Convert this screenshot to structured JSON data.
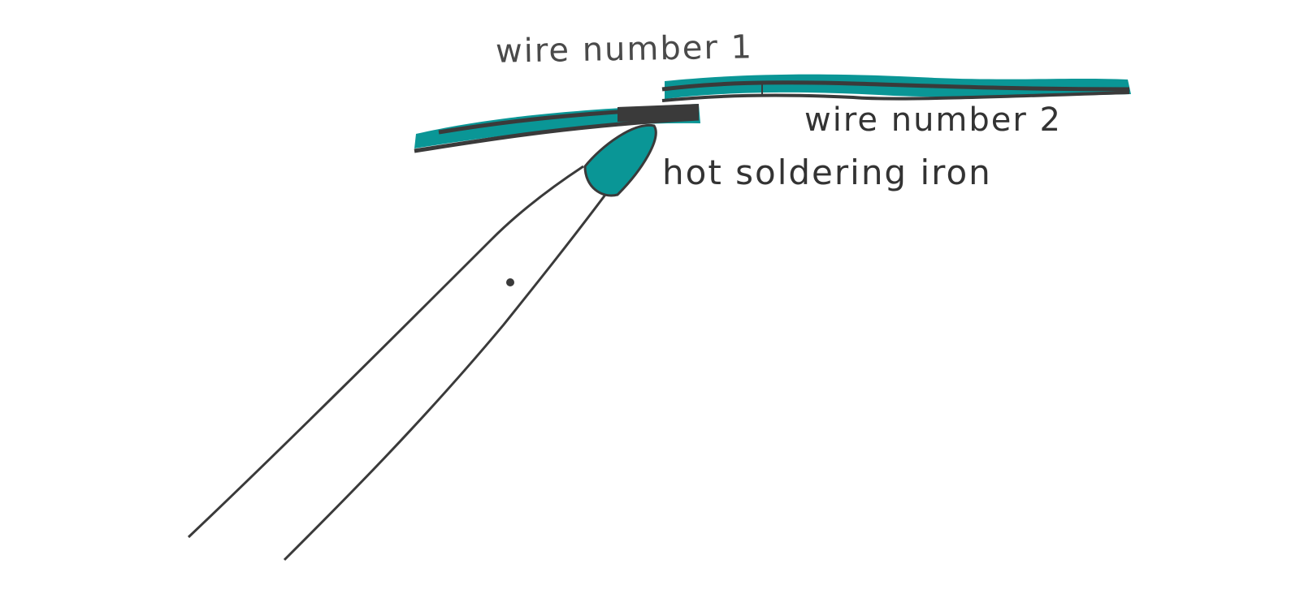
{
  "labels": {
    "wire1": "wire number 1",
    "wire2": "wire number 2",
    "iron": "hot soldering iron"
  },
  "colors": {
    "insulation": "#0a9696",
    "ink": "#3a3a3a"
  }
}
